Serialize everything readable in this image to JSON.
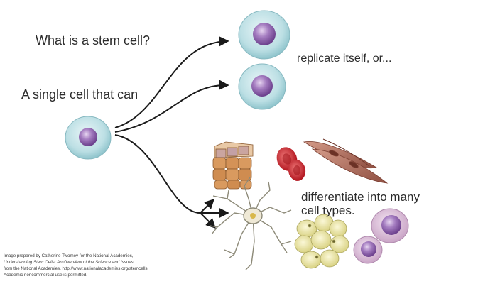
{
  "title": "What is a stem cell?",
  "subtitle": "A single cell that can",
  "outcome_replicate": "replicate itself, or...",
  "outcome_differentiate_line1": "differentiate into many",
  "outcome_differentiate_line2": "cell types.",
  "credit": {
    "line1": "Image prepared by Catherine Twomey for the National Academies,",
    "line2": "Understanding Stem Cells: An Overview of the Science and Issues",
    "line3": "from the National Academies, http://www.nationalacademies.org/stemcells.",
    "line4": "Academic noncommercial use is permitted."
  },
  "colors": {
    "stem_cell_outer": "#b9dce1",
    "stem_cell_nucleus": "#8a5fa8",
    "arrow": "#1a1a1a",
    "epithelial": "#d9a06a",
    "red_blood_cell": "#c8202a",
    "muscle": "#b4705e",
    "neuron": "#f0ead8",
    "fat": "#f2edb0",
    "white_blood_cell": "#d9b9d6"
  }
}
